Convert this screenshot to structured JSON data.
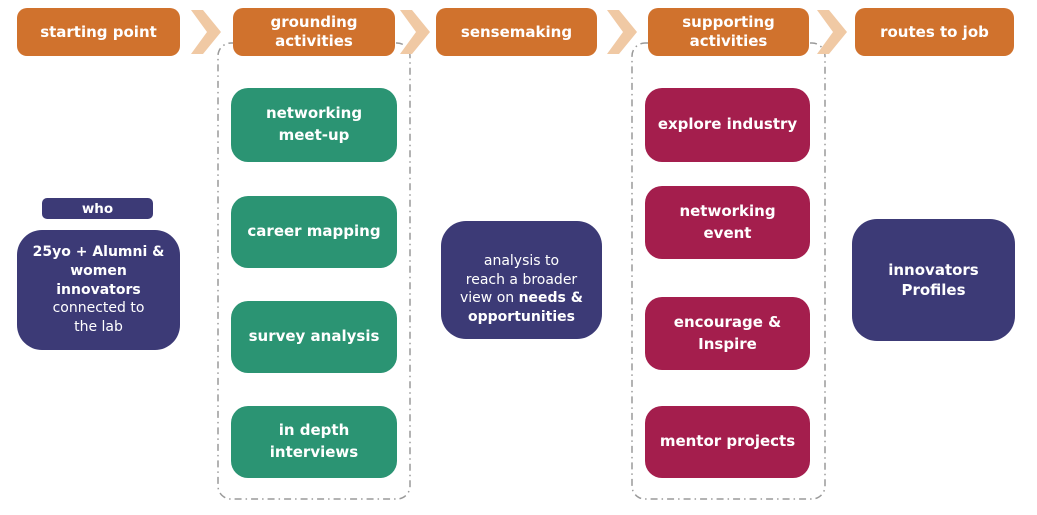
{
  "palette": {
    "background": "#ffffff",
    "stage_orange": "#d0722d",
    "arrow_peach": "#f0c9a4",
    "grounding_green": "#2b9473",
    "supporting_crimson": "#a41e4d",
    "navy": "#3c3a76",
    "dashed_border_gray": "#9a9a9a",
    "text_white": "#ffffff"
  },
  "stages": [
    {
      "label": "starting point"
    },
    {
      "label": [
        "grounding",
        "activities"
      ]
    },
    {
      "label": "sensemaking"
    },
    {
      "label": [
        "supporting",
        "activities"
      ]
    },
    {
      "label": "routes to job"
    }
  ],
  "starting_point": {
    "who_tag": "who",
    "audience": {
      "bold": [
        "25yo + Alumni &",
        "women",
        "innovators"
      ],
      "regular": [
        "connected to",
        "the lab"
      ]
    }
  },
  "grounding_activities": {
    "items": [
      {
        "label": [
          "networking",
          "meet-up"
        ]
      },
      {
        "label": "career mapping"
      },
      {
        "label": "survey analysis"
      },
      {
        "label": [
          "in depth",
          "interviews"
        ]
      }
    ]
  },
  "sensemaking": {
    "regular": [
      "analysis to",
      "reach a broader",
      "view on "
    ],
    "bold": [
      "needs &",
      "opportunities"
    ]
  },
  "supporting_activities": {
    "items": [
      {
        "label": "explore industry"
      },
      {
        "label": [
          "networking",
          "event"
        ]
      },
      {
        "label": [
          "encourage &",
          "Inspire"
        ]
      },
      {
        "label": "mentor projects"
      }
    ]
  },
  "routes_to_job": {
    "label": [
      "innovators",
      "Profiles"
    ]
  }
}
